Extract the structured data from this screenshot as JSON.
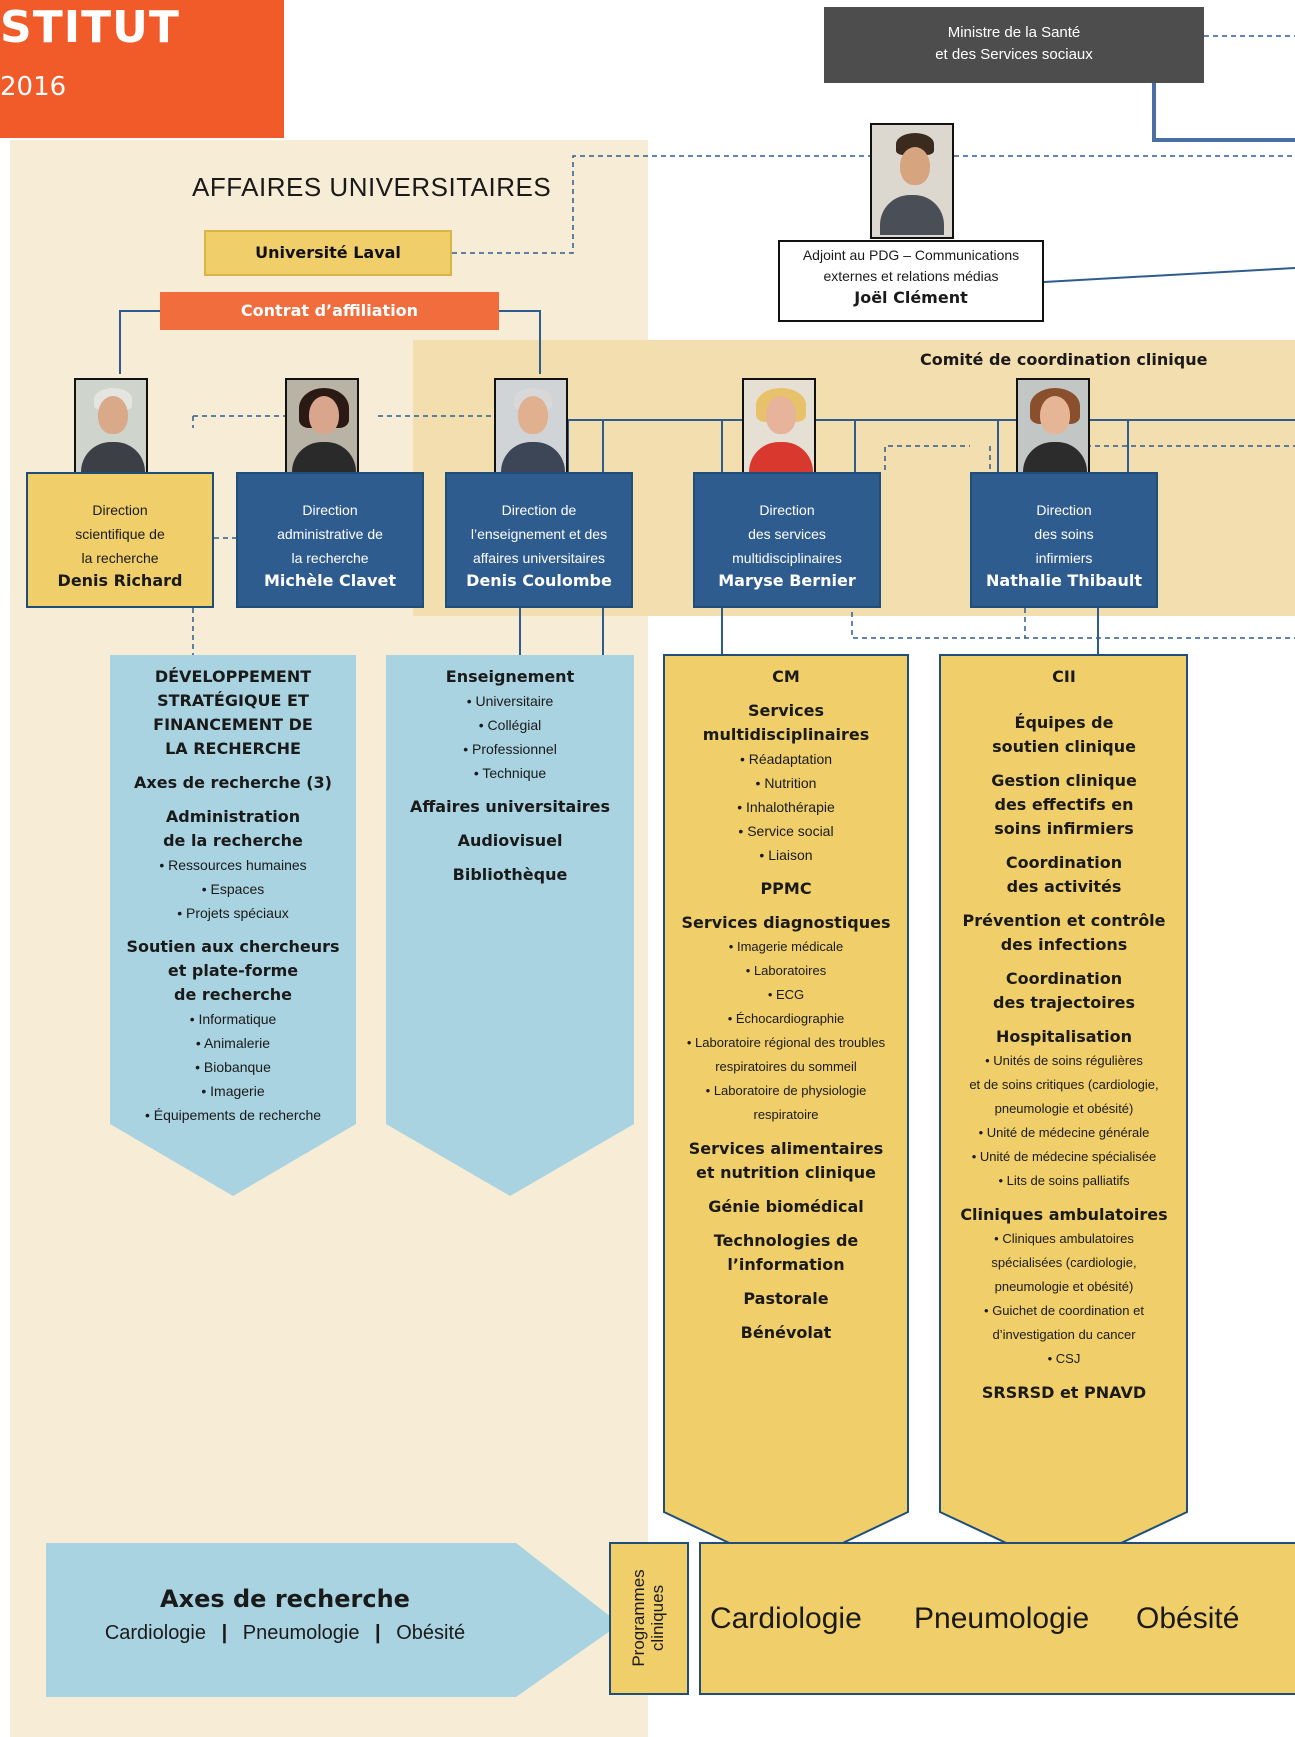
{
  "header": {
    "title": "STITUT",
    "subtitle": "2016"
  },
  "left_panel": {
    "title": "AFFAIRES UNIVERSITAIRES"
  },
  "ministre": {
    "line1": "Ministre de la Santé",
    "line2": "et des Services sociaux"
  },
  "adjoint": {
    "line1": "Adjoint au PDG – Communications",
    "line2": "externes et relations médias",
    "name": "Joël Clément"
  },
  "universite": "Université Laval",
  "contrat": "Contrat d’affiliation",
  "comite": "Comité de coordination clinique",
  "directors": [
    {
      "lines": [
        "Direction",
        "scientifique de",
        "la recherche"
      ],
      "name": "Denis Richard"
    },
    {
      "lines": [
        "Direction",
        "administrative de",
        "la recherche"
      ],
      "name": "Michèle Clavet"
    },
    {
      "lines": [
        "Direction de",
        "l’enseignement et des",
        "affaires universitaires"
      ],
      "name": "Denis Coulombe"
    },
    {
      "lines": [
        "Direction",
        "des services",
        "multidisciplinaires"
      ],
      "name": "Maryse Bernier"
    },
    {
      "lines": [
        "Direction",
        "des soins",
        "infirmiers"
      ],
      "name": "Nathalie Thibault"
    }
  ],
  "col_recherche": {
    "title_lines": [
      "DÉVELOPPEMENT",
      "STRATÉGIQUE ET",
      "FINANCEMENT DE",
      "LA RECHERCHE"
    ],
    "axes": "Axes de recherche (3)",
    "admin_lines": [
      "Administration",
      "de la recherche"
    ],
    "admin_items": [
      "• Ressources humaines",
      "• Espaces",
      "• Projets spéciaux"
    ],
    "soutien_lines": [
      "Soutien aux chercheurs",
      "et plate-forme",
      "de recherche"
    ],
    "soutien_items": [
      "• Informatique",
      "• Animalerie",
      "• Biobanque",
      "• Imagerie",
      "• Équipements de recherche"
    ]
  },
  "col_enseignement": {
    "title": "Enseignement",
    "items": [
      "• Universitaire",
      "• Collégial",
      "• Professionnel",
      "• Technique"
    ],
    "aff": "Affaires universitaires",
    "audio": "Audiovisuel",
    "biblio": "Bibliothèque"
  },
  "col_cm": {
    "title": "CM",
    "serv_lines": [
      "Services",
      "multidisciplinaires"
    ],
    "serv_items": [
      "• Réadaptation",
      "• Nutrition",
      "• Inhalothérapie",
      "• Service social",
      "• Liaison"
    ],
    "ppmc": "PPMC",
    "diag": "Services diagnostiques",
    "diag_items": [
      "• Imagerie médicale",
      "• Laboratoires",
      "• ECG",
      "• Échocardiographie",
      "• Laboratoire régional des troubles",
      "respiratoires du sommeil",
      "• Laboratoire de physiologie",
      "respiratoire"
    ],
    "alim_lines": [
      "Services alimentaires",
      "et nutrition clinique"
    ],
    "genie": "Génie biomédical",
    "tech_lines": [
      "Technologies de",
      "l’information"
    ],
    "pastorale": "Pastorale",
    "benevolat": "Bénévolat"
  },
  "col_cii": {
    "title": "CII",
    "equipes_lines": [
      "Équipes de",
      "soutien clinique"
    ],
    "gestion_lines": [
      "Gestion clinique",
      "des effectifs en",
      "soins infirmiers"
    ],
    "coord_act_lines": [
      "Coordination",
      "des activités"
    ],
    "prev_lines": [
      "Prévention et contrôle",
      "des infections"
    ],
    "coord_traj_lines": [
      "Coordination",
      "des trajectoires"
    ],
    "hosp": "Hospitalisation",
    "hosp_items": [
      "• Unités de soins régulières",
      "et de soins critiques (cardiologie,",
      "pneumologie et obésité)",
      "• Unité de médecine générale",
      "• Unité de médecine spécialisée",
      "• Lits de soins palliatifs"
    ],
    "clin": "Cliniques ambulatoires",
    "clin_items": [
      "• Cliniques ambulatoires",
      "spécialisées (cardiologie,",
      "pneumologie et obésité)",
      "• Guichet de coordination et",
      "d’investigation du cancer",
      "• CSJ"
    ],
    "srsrsd": "SRSRSD et PNAVD"
  },
  "bottom": {
    "axes_title": "Axes de recherche",
    "axes_items": [
      "Cardiologie",
      "Pneumologie",
      "Obésité"
    ],
    "sep": "|",
    "programmes_lines": [
      "Programmes",
      "cliniques"
    ],
    "programs": [
      "Cardiologie",
      "Pneumologie",
      "Obésité"
    ]
  },
  "colors": {
    "orange": "#f15a29",
    "dark_blue": "#2f5c8f",
    "yellow": "#f0cf6a",
    "light_blue": "#a9d3e0",
    "panel_beige": "#f7ecd6"
  }
}
